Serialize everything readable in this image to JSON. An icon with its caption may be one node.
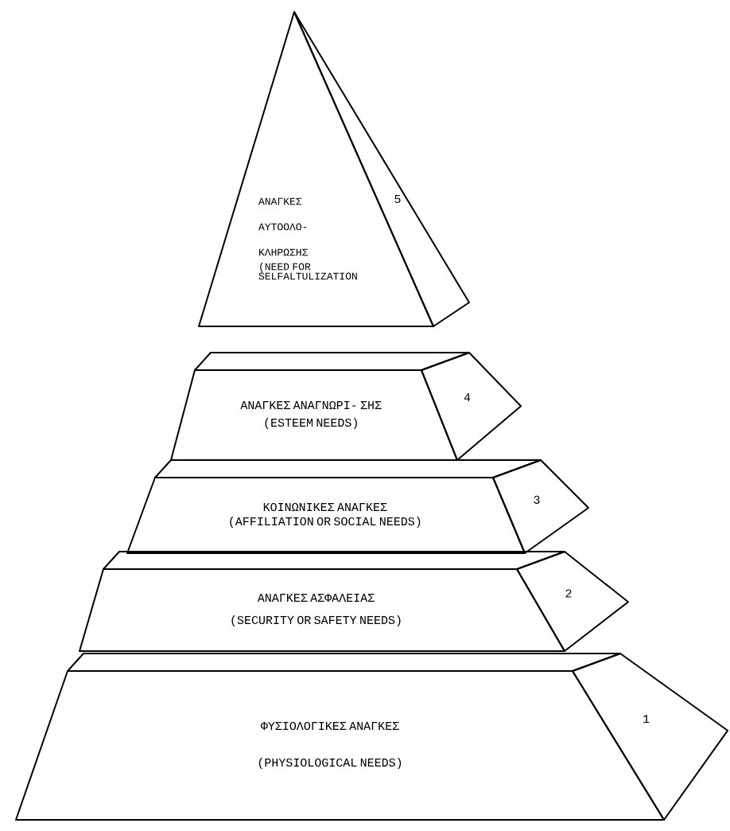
{
  "diagram": {
    "nodes": [
      {
        "text": [
          "ΑΝΑΓΚΕΣ ΑΥΤΟΟΛΟ- ΚΛΗΡΩΣΗΣ",
          "(NEED FOR SELFALTULIZATION"
        ]
      },
      {
        "text": [
          "5"
        ]
      },
      {
        "text": [
          "ΑΝΑΓΚΕΣ ΑΝΑΓΝΩΡΙ- ΣΗΣ",
          "(ESTEEM NEEDS)"
        ]
      },
      {
        "text": [
          "4"
        ]
      },
      {
        "text": [
          "ΚΟΙΝΩΝΙΚΕΣ ΑΝΑΓΚΕΣ",
          "(AFFILIATION OR SOCIAL NEEDS)"
        ]
      },
      {
        "text": [
          "3"
        ]
      },
      {
        "text": [
          "ΑΝΑΓΚΕΣ ΑΣΦΑΛΕΙΑΣ",
          "(SECURITY OR SAFETY NEEDS)"
        ]
      },
      {
        "text": [
          "2"
        ]
      },
      {
        "text": [
          "ΦΥΣΙΟΛΟΓΙΚΕΣ ΑΝΑΓΚΕΣ",
          "(PHYSIOLOGICAL NEEDS)"
        ]
      },
      {
        "text": [
          "1"
        ]
      }
    ]
  }
}
